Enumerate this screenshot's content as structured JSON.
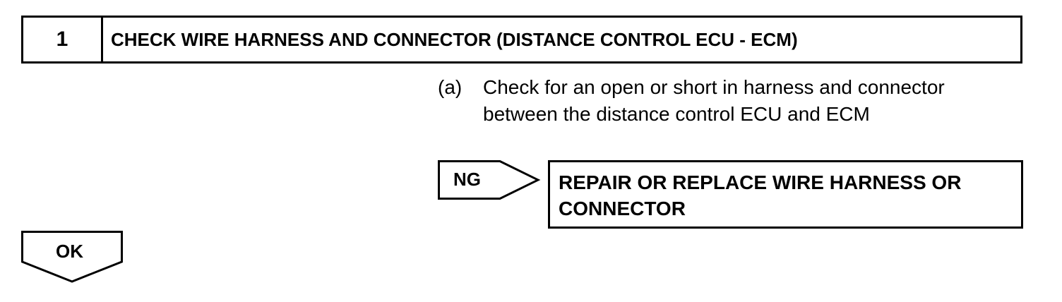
{
  "step": {
    "number": "1",
    "title": "CHECK WIRE HARNESS AND CONNECTOR (DISTANCE CONTROL ECU - ECM)"
  },
  "instruction": {
    "label": "(a)",
    "line1": "Check for an open or short in harness and connector",
    "line2": "between the distance control ECU and ECM"
  },
  "ng": {
    "label": "NG",
    "action_line1": "REPAIR OR REPLACE WIRE HARNESS OR",
    "action_line2": "CONNECTOR"
  },
  "ok": {
    "label": "OK"
  }
}
